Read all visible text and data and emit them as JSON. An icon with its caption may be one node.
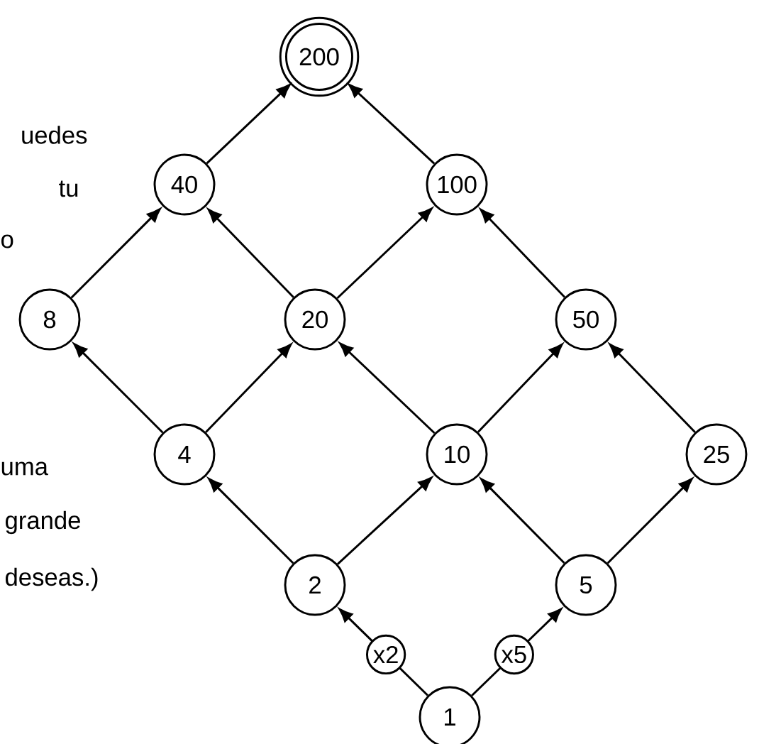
{
  "diagram": {
    "nodes": [
      {
        "text": [
          "200"
        ]
      },
      {
        "text": [
          "40"
        ]
      },
      {
        "text": [
          "100"
        ]
      },
      {
        "text": [
          "8"
        ]
      },
      {
        "text": [
          "20"
        ]
      },
      {
        "text": [
          "50"
        ]
      },
      {
        "text": [
          "4"
        ]
      },
      {
        "text": [
          "10"
        ]
      },
      {
        "text": [
          "25"
        ]
      },
      {
        "text": [
          "2"
        ]
      },
      {
        "text": [
          "5"
        ]
      },
      {
        "text": [
          "1"
        ]
      }
    ],
    "edges": [
      {
        "from": 1,
        "to": 0,
        "arrow": "to"
      },
      {
        "from": 2,
        "to": 0,
        "arrow": "to"
      },
      {
        "from": 3,
        "to": 1,
        "arrow": "to"
      },
      {
        "from": 4,
        "to": 1,
        "arrow": "to"
      },
      {
        "from": 4,
        "to": 2,
        "arrow": "to"
      },
      {
        "from": 5,
        "to": 2,
        "arrow": "to"
      },
      {
        "from": 6,
        "to": 3,
        "arrow": "to"
      },
      {
        "from": 6,
        "to": 4,
        "arrow": "to"
      },
      {
        "from": 7,
        "to": 4,
        "arrow": "to"
      },
      {
        "from": 7,
        "to": 5,
        "arrow": "to"
      },
      {
        "from": 8,
        "to": 5,
        "arrow": "to"
      },
      {
        "from": 9,
        "to": 6,
        "arrow": "to"
      },
      {
        "from": 9,
        "to": 7,
        "arrow": "to"
      },
      {
        "from": 10,
        "to": 7,
        "arrow": "to"
      },
      {
        "from": 10,
        "to": 8,
        "arrow": "to"
      },
      {
        "from": 11,
        "to": 9,
        "arrow": "to",
        "label": "x2"
      },
      {
        "from": 11,
        "to": 10,
        "arrow": "to",
        "label": "x5"
      }
    ],
    "labels": [
      "uedes",
      "tu",
      "o",
      "uma",
      "grande",
      "deseas.)"
    ]
  }
}
